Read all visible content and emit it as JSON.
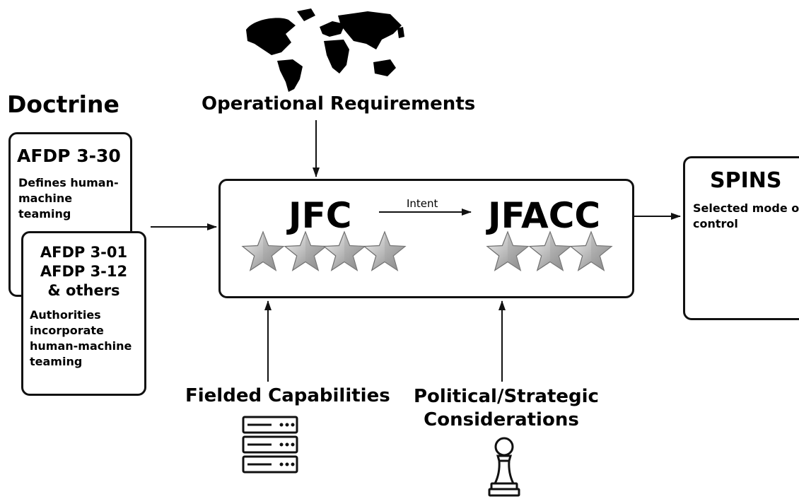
{
  "doctrine": {
    "heading": "Doctrine",
    "card1": {
      "title": "AFDP 3-30",
      "body": "Defines human-machine teaming"
    },
    "card2": {
      "title_lines": [
        "AFDP 3-01",
        "AFDP 3-12",
        "& others"
      ],
      "body": "Authorities incorporate human-machine teaming"
    }
  },
  "operational_requirements": {
    "label": "Operational Requirements",
    "icon": "world-map-icon"
  },
  "main": {
    "jfc": {
      "label": "JFC",
      "stars": 4
    },
    "arrow_label": "Intent",
    "jfacc": {
      "label": "JFACC",
      "stars": 3
    }
  },
  "spins": {
    "title": "SPINS",
    "body": "Selected mode of control"
  },
  "fielded": {
    "label": "Fielded Capabilities",
    "icon": "server-icon"
  },
  "political": {
    "label_lines": [
      "Political/Strategic",
      "Considerations"
    ],
    "icon": "chess-pawn-icon"
  }
}
